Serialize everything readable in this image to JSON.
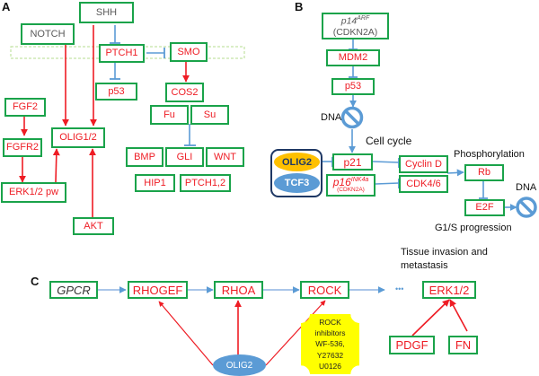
{
  "panels": {
    "A": {
      "label": "A",
      "nodes": {
        "shh": "SHH",
        "notch": "NOTCH",
        "ptch1": "PTCH1",
        "smo": "SMO",
        "p53": "p53",
        "cos2": "COS2",
        "fu": "Fu",
        "su": "Su",
        "fgf2": "FGF2",
        "fgfr2": "FGFR2",
        "olig12": "OLIG1/2",
        "erk12pw": "ERK1/2 pw",
        "akt": "AKT",
        "bmp": "BMP",
        "gli": "GLI",
        "wnt": "WNT",
        "hip1": "HIP1",
        "ptch12": "PTCH1,2"
      }
    },
    "B": {
      "label": "B",
      "nodes": {
        "p14_main": "p14",
        "p14_sup": "ARF",
        "p14_sub": "(CDKN2A)",
        "mdm2": "MDM2",
        "p53": "p53",
        "olig2": "OLIG2",
        "tcf3": "TCF3",
        "p21": "p21",
        "p16_main": "p16",
        "p16_sup": "INK4a",
        "p16_sub": "(CDKN2A)",
        "cyclind": "Cyclin D",
        "cdk46": "CDK4/6",
        "rb": "Rb",
        "e2f": "E2F"
      },
      "notes": {
        "dna1": "DNA",
        "cell_cycle": "Cell cycle",
        "phosphorylation": "Phosphorylation",
        "dna2": "DNA",
        "g1s": "G1/S progression"
      }
    },
    "C": {
      "label": "C",
      "nodes": {
        "gpcr": "GPCR",
        "rhogef": "RHOGEF",
        "rhoa": "RHOA",
        "rock": "ROCK",
        "ellipsis": "•••",
        "erk12": "ERK1/2",
        "pdgf": "PDGF",
        "fn": "FN",
        "olig2": "OLIG2"
      },
      "inhibitors": [
        "ROCK",
        "inhibitors",
        "WF-536,",
        "Y27632",
        "U0126"
      ],
      "notes": {
        "tissue_line1": "Tissue invasion and",
        "tissue_line2": "metastasis"
      }
    }
  },
  "colors": {
    "box_border": "#1aa34a",
    "activation": "#ee1c24",
    "inhibition": "#5b9bd5",
    "olig2_fill": "#ffc000",
    "tcf3_fill": "#5b9bd5",
    "inhibitor_fill": "#ffff00"
  }
}
